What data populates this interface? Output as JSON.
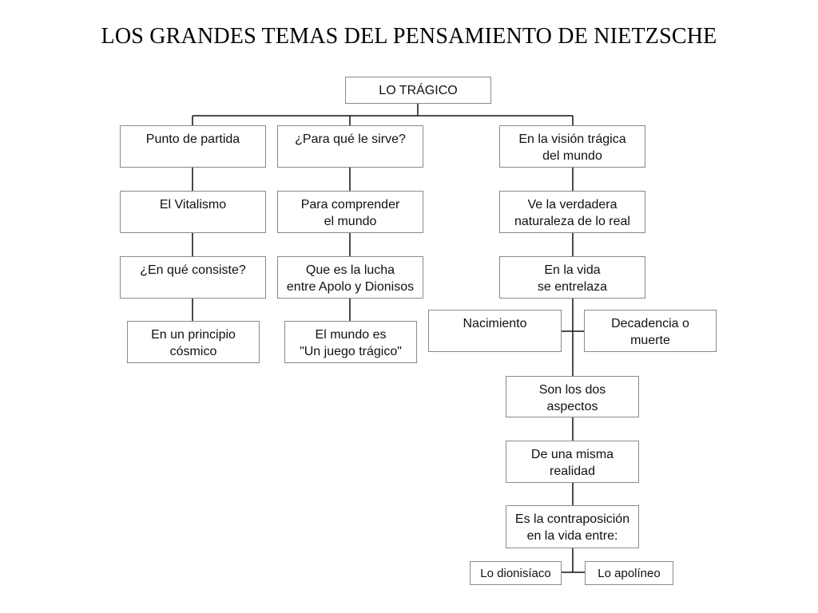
{
  "title": "LOS GRANDES TEMAS DEL PENSAMIENTO DE NIETZSCHE",
  "nodes": {
    "root": "LO TRÁGICO",
    "col1": {
      "n1": "Punto de partida",
      "n2": "El Vitalismo",
      "n3": "¿En qué consiste?",
      "n4": "En un principio\ncósmico"
    },
    "col2": {
      "n1": "¿Para qué le sirve?",
      "n2": "Para comprender\nel mundo",
      "n3": "Que es la lucha\nentre Apolo y Dionisos",
      "n4": "El mundo es\n\"Un juego trágico\""
    },
    "col3": {
      "n1": "En la visión trágica\ndel mundo",
      "n2": "Ve la verdadera\nnaturaleza de lo real",
      "n3": "En la vida\nse entrelaza",
      "left": "Nacimiento",
      "right": "Decadencia o\nmuerte",
      "n4": "Son los dos\naspectos",
      "n5": "De una misma\nrealidad",
      "n6": "Es la contraposición\nen la vida entre:",
      "bottom_left": "Lo dionisíaco",
      "bottom_right": "Lo apolíneo"
    }
  }
}
